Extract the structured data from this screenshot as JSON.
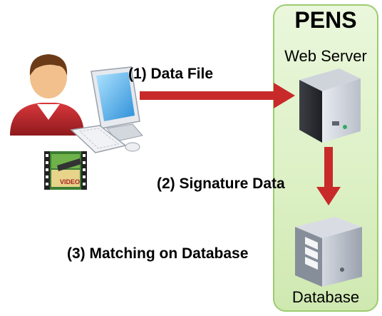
{
  "panel": {
    "title": "PENS",
    "web_server_label": "Web Server",
    "database_label": "Database"
  },
  "steps": {
    "step1": "(1)  Data File",
    "step2": "(2)  Signature Data",
    "step3": "(3)  Matching on Database"
  },
  "media_icon_text": "VIDEO",
  "colors": {
    "arrow": "#c82a2a",
    "panel_fill": "#dcf0c4",
    "panel_border": "#9ccc6f",
    "user_shirt": "#b8262a"
  }
}
